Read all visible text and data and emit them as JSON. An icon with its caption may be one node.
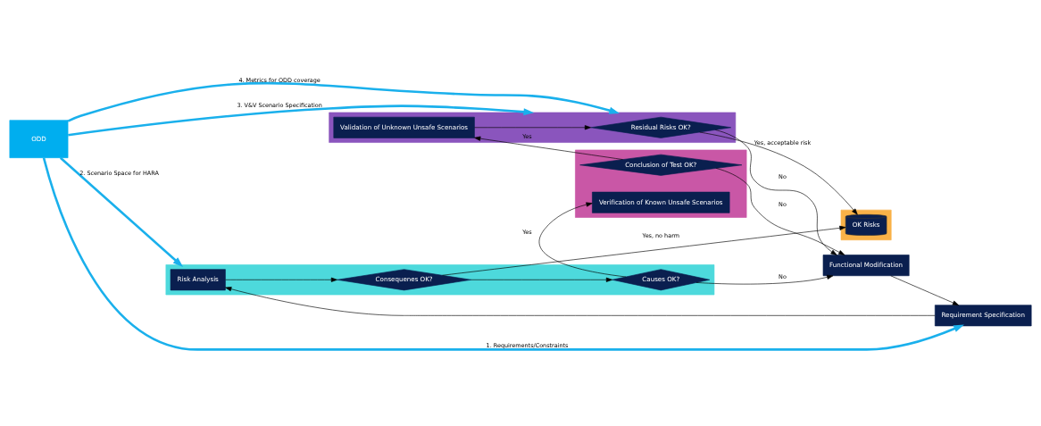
{
  "diagram": {
    "nodes": [
      {
        "text": [
          "ODD"
        ]
      },
      {
        "text": [
          "Requirement Specification"
        ]
      },
      {
        "text": [],
        "shape": "box"
      },
      {
        "text": [
          "Risk Analysis"
        ],
        "in": 2
      },
      {
        "text": [
          "Consequenes OK?"
        ],
        "in": 2
      },
      {
        "text": [
          "Causes OK?"
        ],
        "in": 2
      },
      {
        "text": [
          "Functional Modification"
        ]
      },
      {
        "text": [],
        "shape": "box"
      },
      {
        "text": [
          "Conclusion of Test OK?"
        ],
        "in": 7
      },
      {
        "text": [
          "Verification of Known Unsafe Scenarios"
        ],
        "in": 7
      },
      {
        "text": [],
        "shape": "box"
      },
      {
        "text": [
          "Residual Risks OK?"
        ],
        "in": 10
      },
      {
        "text": [
          "Validation of Unknown Unsafe Scenarios"
        ],
        "in": 10
      },
      {
        "text": [],
        "shape": "box"
      },
      {
        "text": [
          "OK Risks"
        ],
        "in": 13
      }
    ],
    "edges": [
      {
        "from": 0,
        "to": 1,
        "arrow": "to",
        "label": "1. Requirements/Constraints",
        "style": "thick",
        "color": "#1ab0ec"
      },
      {
        "from": 0,
        "to": 2,
        "arrow": "to",
        "label": "2. Scenario Space for HARA",
        "style": "thick",
        "color": "#1ab0ec"
      },
      {
        "from": 0,
        "to": 10,
        "arrow": "to",
        "label": "3. V&V Scenario Specification",
        "style": "thick",
        "color": "#1ab0ec"
      },
      {
        "from": 0,
        "to": 10,
        "arrow": "to",
        "label": "4. Metrics for ODD coverage",
        "style": "thick",
        "color": "#1ab0ec"
      },
      {
        "from": 1,
        "to": 3,
        "arrow": "to"
      },
      {
        "from": 3,
        "to": 4,
        "arrow": "to"
      },
      {
        "from": 4,
        "to": 14,
        "arrow": "to",
        "label": "Yes, no harm"
      },
      {
        "from": 4,
        "to": 5,
        "arrow": "to"
      },
      {
        "from": 5,
        "to": 6,
        "arrow": "to",
        "label": "No"
      },
      {
        "from": 6,
        "to": 1,
        "arrow": "to"
      },
      {
        "from": 5,
        "to": 9,
        "arrow": "to",
        "label": "Yes"
      },
      {
        "from": 8,
        "to": 6,
        "arrow": "to",
        "label": "No"
      },
      {
        "from": 8,
        "to": 12,
        "arrow": "to",
        "label": "Yes"
      },
      {
        "from": 12,
        "to": 11,
        "arrow": "to"
      },
      {
        "from": 11,
        "to": 6,
        "arrow": "to",
        "label": "No"
      },
      {
        "from": 11,
        "to": 14,
        "arrow": "to",
        "label": "Yes, acceptable risk"
      }
    ]
  }
}
